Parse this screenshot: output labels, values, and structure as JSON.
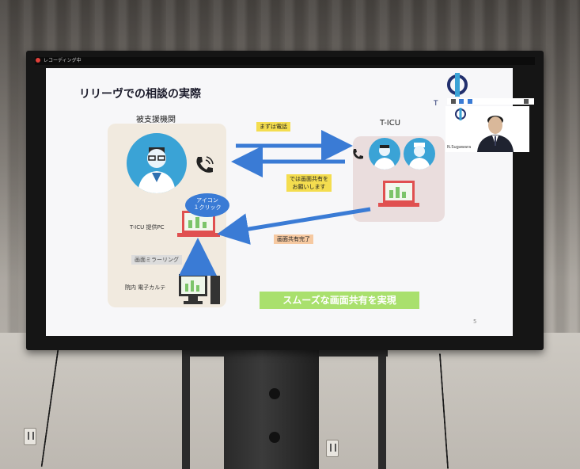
{
  "recording": {
    "label": "レコーディング中"
  },
  "slide": {
    "title": "リリーヴでの相談の実際",
    "logo_text": "T",
    "left_heading": "被支援機関",
    "right_heading": "T-ICU",
    "tag_call": "まずは電話",
    "tag_share_request_line1": "では画面共有を",
    "tag_share_request_line2": "お願いします",
    "tag_share_done": "画面共有完了",
    "bubble_line1": "アイコン",
    "bubble_line2": "１クリック",
    "label_tiku_pc": "T-ICU 提供PC",
    "label_mirroring": "画面ミラーリング",
    "label_ehr": "院内 電子カルテ",
    "banner": "スムーズな画面共有を実現",
    "page_number": "5"
  },
  "zoom": {
    "participant_name": "N.Sugawara"
  },
  "colors": {
    "accent_blue": "#3a7bd5",
    "doctor_blue": "#3aa3d6",
    "banner_green": "#a9e06d",
    "tag_yellow": "#f4dd4f",
    "tag_orange": "#f6c9a1"
  }
}
